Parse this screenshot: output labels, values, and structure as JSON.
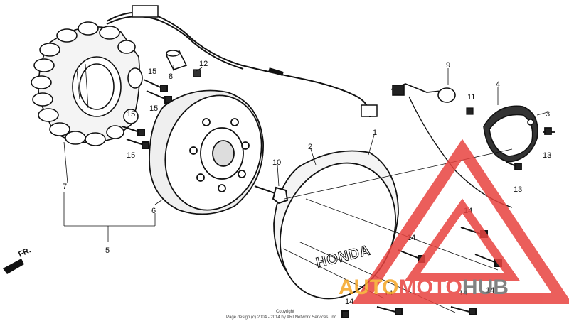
{
  "diagram": {
    "callouts": [
      {
        "id": "lbl-1",
        "text": "1"
      },
      {
        "id": "lbl-2",
        "text": "2"
      },
      {
        "id": "lbl-3",
        "text": "3"
      },
      {
        "id": "lbl-4",
        "text": "4"
      },
      {
        "id": "lbl-5",
        "text": "5"
      },
      {
        "id": "lbl-6",
        "text": "6"
      },
      {
        "id": "lbl-7",
        "text": "7"
      },
      {
        "id": "lbl-8",
        "text": "8"
      },
      {
        "id": "lbl-9",
        "text": "9"
      },
      {
        "id": "lbl-10",
        "text": "10"
      },
      {
        "id": "lbl-11",
        "text": "11"
      },
      {
        "id": "lbl-12",
        "text": "12"
      },
      {
        "id": "lbl-13a",
        "text": "13"
      },
      {
        "id": "lbl-13b",
        "text": "13"
      },
      {
        "id": "lbl-14a",
        "text": "14"
      },
      {
        "id": "lbl-14b",
        "text": "14"
      },
      {
        "id": "lbl-14c",
        "text": "14"
      },
      {
        "id": "lbl-14d",
        "text": "14"
      },
      {
        "id": "lbl-14e",
        "text": "14"
      },
      {
        "id": "lbl-14f",
        "text": "14"
      },
      {
        "id": "lbl-15a",
        "text": "15"
      },
      {
        "id": "lbl-15b",
        "text": "15"
      },
      {
        "id": "lbl-15c",
        "text": "15"
      },
      {
        "id": "lbl-15d",
        "text": "15"
      }
    ],
    "front_arrow": "FR.",
    "cover_logo": "HONDA",
    "copyright_line1": "Copyright",
    "copyright_line2": "Page design (c) 2004 - 2014 by ARI Network Services, Inc."
  },
  "watermark": {
    "word_part1": "AUTO",
    "word_part2": "MOTO",
    "word_part3": "HUB",
    "color_red": "#e8433f",
    "color_orange": "#f5a524",
    "color_gray": "#6d6d6d"
  }
}
